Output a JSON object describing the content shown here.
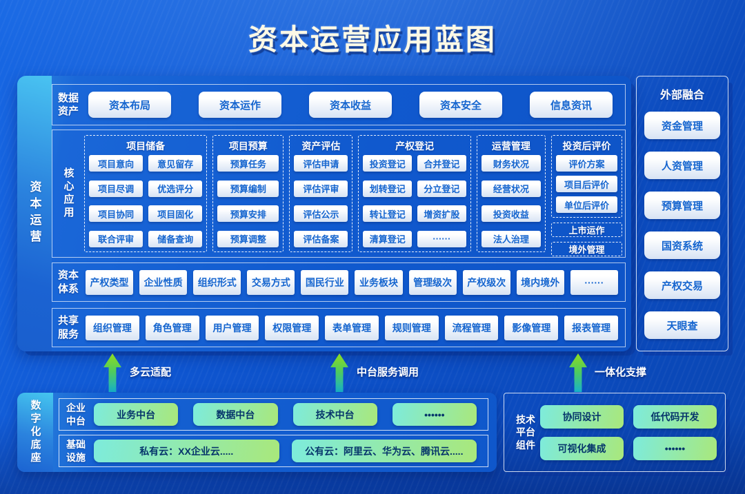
{
  "title": "资本运营应用蓝图",
  "colors": {
    "background_blue": "#0e55d0",
    "panel_blue": "#1059ce",
    "strip_cyan": "#49c3f1",
    "button_text_blue": "#1565cf",
    "button_white": "#ffffff",
    "green_button_cyan": "#7debdc",
    "green_button_green": "#a9e87b",
    "green_button_text": "#06356b",
    "arrow_teal": "#17b2cb",
    "arrow_green": "#8fdc20",
    "title_cream": "#fdf9e6"
  },
  "main": {
    "side_label": "资本运营",
    "data_assets": {
      "label": "数据资产",
      "items": [
        "资本布局",
        "资本运作",
        "资本收益",
        "资本安全",
        "信息资讯"
      ]
    },
    "core": {
      "label": "核心应用",
      "groups": [
        {
          "title": "项目储备",
          "items": [
            "项目意向",
            "意见留存",
            "项目尽调",
            "优选评分",
            "项目协同",
            "项目固化",
            "联合评审",
            "储备查询"
          ]
        },
        {
          "title": "项目预算",
          "items": [
            "预算任务",
            "预算编制",
            "预算安排",
            "预算调整"
          ]
        },
        {
          "title": "资产评估",
          "items": [
            "评估申请",
            "评估评审",
            "评估公示",
            "评估备案"
          ]
        },
        {
          "title": "产权登记",
          "items": [
            "投资登记",
            "合并登记",
            "划转登记",
            "分立登记",
            "转让登记",
            "增资扩股",
            "清算登记",
            "······"
          ]
        },
        {
          "title": "运营管理",
          "items": [
            "财务状况",
            "经营状况",
            "投资收益",
            "法人治理"
          ]
        },
        {
          "title": "投资后评价",
          "items": [
            "评价方案",
            "项目后评价",
            "单位后评价"
          ]
        }
      ],
      "extra_boxes": [
        "上市运作",
        "境外管理"
      ]
    },
    "capital_system": {
      "label": "资本体系",
      "items": [
        "产权类型",
        "企业性质",
        "组织形式",
        "交易方式",
        "国民行业",
        "业务板块",
        "管理级次",
        "产权级次",
        "境内境外",
        "······"
      ]
    },
    "shared_services": {
      "label": "共享服务",
      "items": [
        "组织管理",
        "角色管理",
        "用户管理",
        "权限管理",
        "表单管理",
        "规则管理",
        "流程管理",
        "影像管理",
        "报表管理"
      ]
    }
  },
  "external": {
    "title": "外部融合",
    "items": [
      "资金管理",
      "人资管理",
      "预算管理",
      "国资系统",
      "产权交易",
      "天眼查"
    ]
  },
  "arrows": [
    "多云适配",
    "中台服务调用",
    "一体化支撑"
  ],
  "foundation": {
    "side_label": "数字化底座",
    "rows": [
      {
        "label": "企业中台",
        "items": [
          "业务中台",
          "数据中台",
          "技术中台",
          "••••••"
        ]
      },
      {
        "label": "基础设施",
        "items": [
          "私有云：XX企业云.....",
          "公有云：阿里云、华为云、腾讯云....."
        ]
      }
    ]
  },
  "tech": {
    "label": "技术平台组件",
    "items": [
      "协同设计",
      "低代码开发",
      "可视化集成",
      "••••••"
    ]
  }
}
